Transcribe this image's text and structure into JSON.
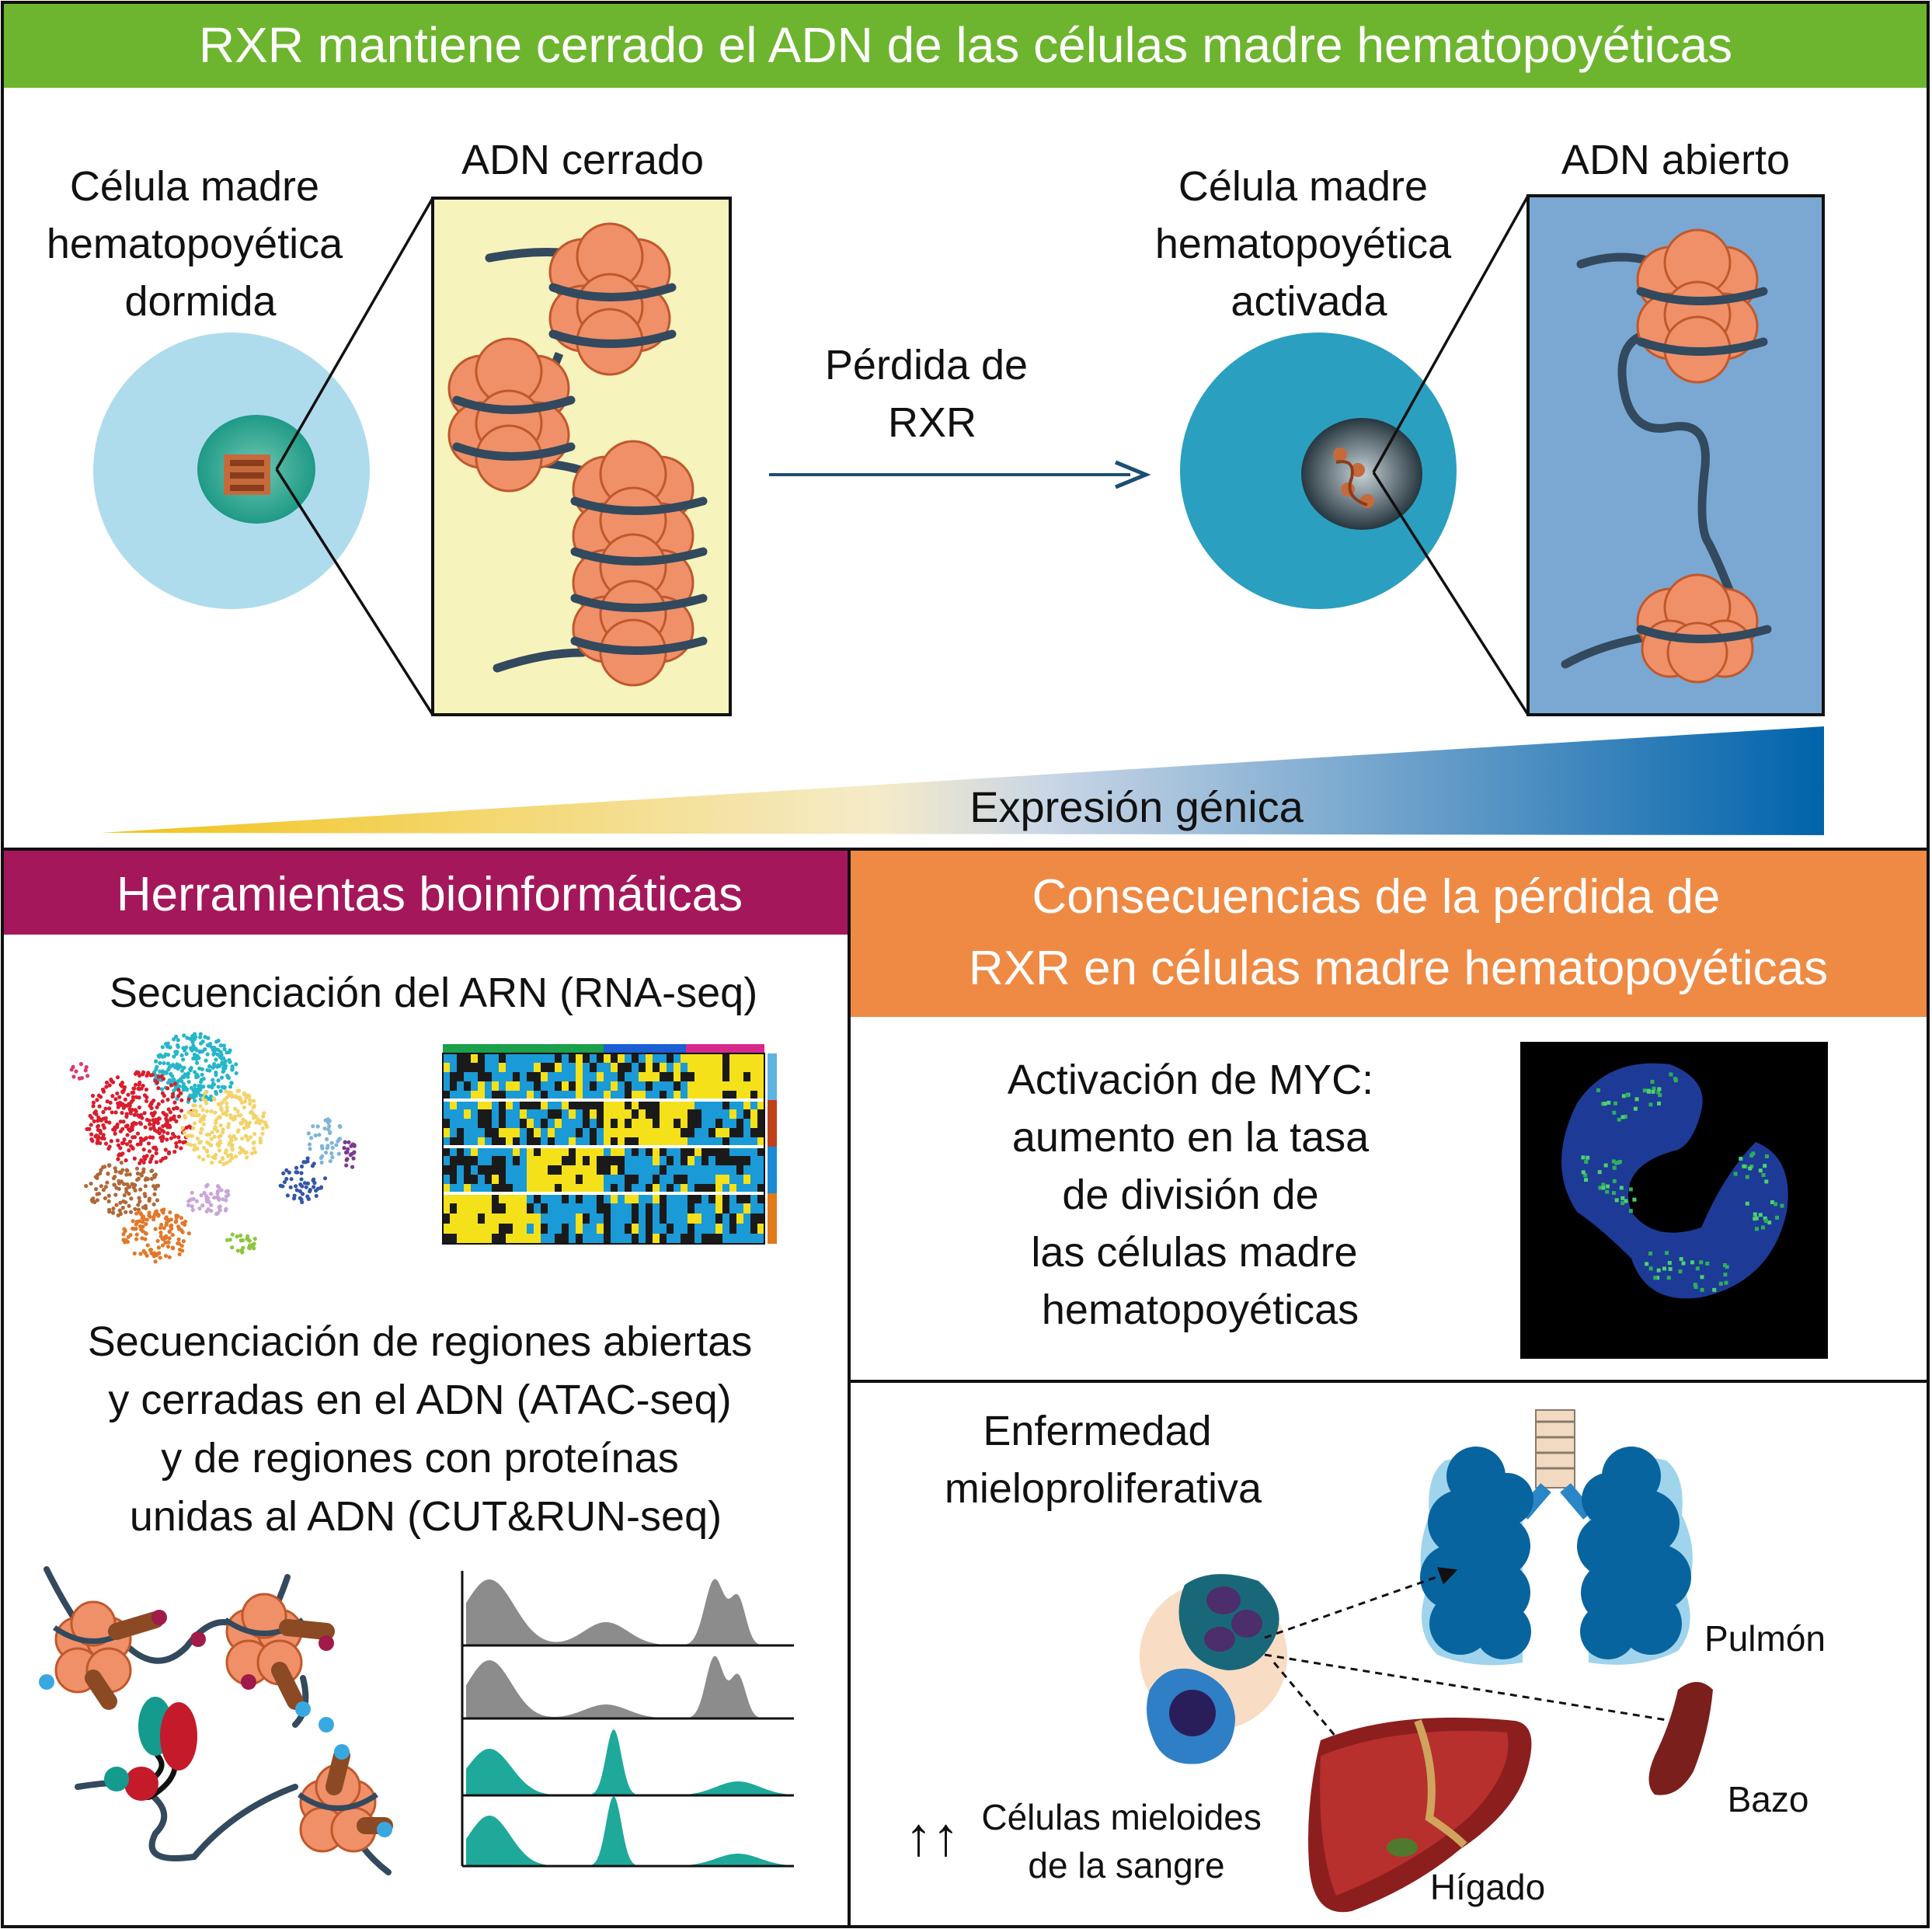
{
  "top": {
    "title": "RXR mantiene cerrado el ADN de las células madre hematopoyéticas",
    "banner_color": "#6db52f",
    "dormant_cell_label": [
      "Célula madre",
      "hematopoyética",
      "dormida"
    ],
    "closed_dna_label": "ADN cerrado",
    "arrow_label": [
      "Pérdida de",
      "RXR"
    ],
    "activated_cell_label": [
      "Célula madre",
      "hematopoyética",
      "activada"
    ],
    "open_dna_label": "ADN abierto",
    "gradient_label": "Expresión génica",
    "closed_box_color": "#f6f3bd",
    "open_box_color": "#7aa8d2",
    "nucleosome_color": "#ef9068",
    "dna_color": "#33495e"
  },
  "bioinformatics": {
    "title": "Herramientas bioinformáticas",
    "banner_color": "#a4185b",
    "rnaseq_label": "Secuenciación del ARN (RNA-seq)",
    "atac_label": [
      "Secuenciación de regiones abiertas",
      "y cerradas en el ADN (ATAC-seq)",
      "y de regiones con proteínas",
      "unidas al ADN (CUT&RUN-seq)"
    ],
    "track_colors": [
      "#8c8c8c",
      "#8c8c8c",
      "#1ea99a",
      "#1ea99a"
    ],
    "heatmap_colors": [
      "#1a9ad6",
      "#f4e11a",
      "#1a1a1a"
    ]
  },
  "consequences": {
    "title": [
      "Consecuencias de la pérdida de",
      "RXR en células madre hematopoyéticas"
    ],
    "banner_color": "#ef8a44",
    "myc_text": [
      "Activación de MYC:",
      "aumento en la tasa",
      "de división de",
      "las células madre",
      "hematopoyéticas"
    ],
    "disease_label": [
      "Enfermedad",
      "mieloproliferativa"
    ],
    "lung_label": "Pulmón",
    "spleen_label": "Bazo",
    "liver_label": "Hígado",
    "myeloid_arrows": "↑↑",
    "myeloid_label": [
      "Células mieloides",
      "de la sangre"
    ]
  }
}
